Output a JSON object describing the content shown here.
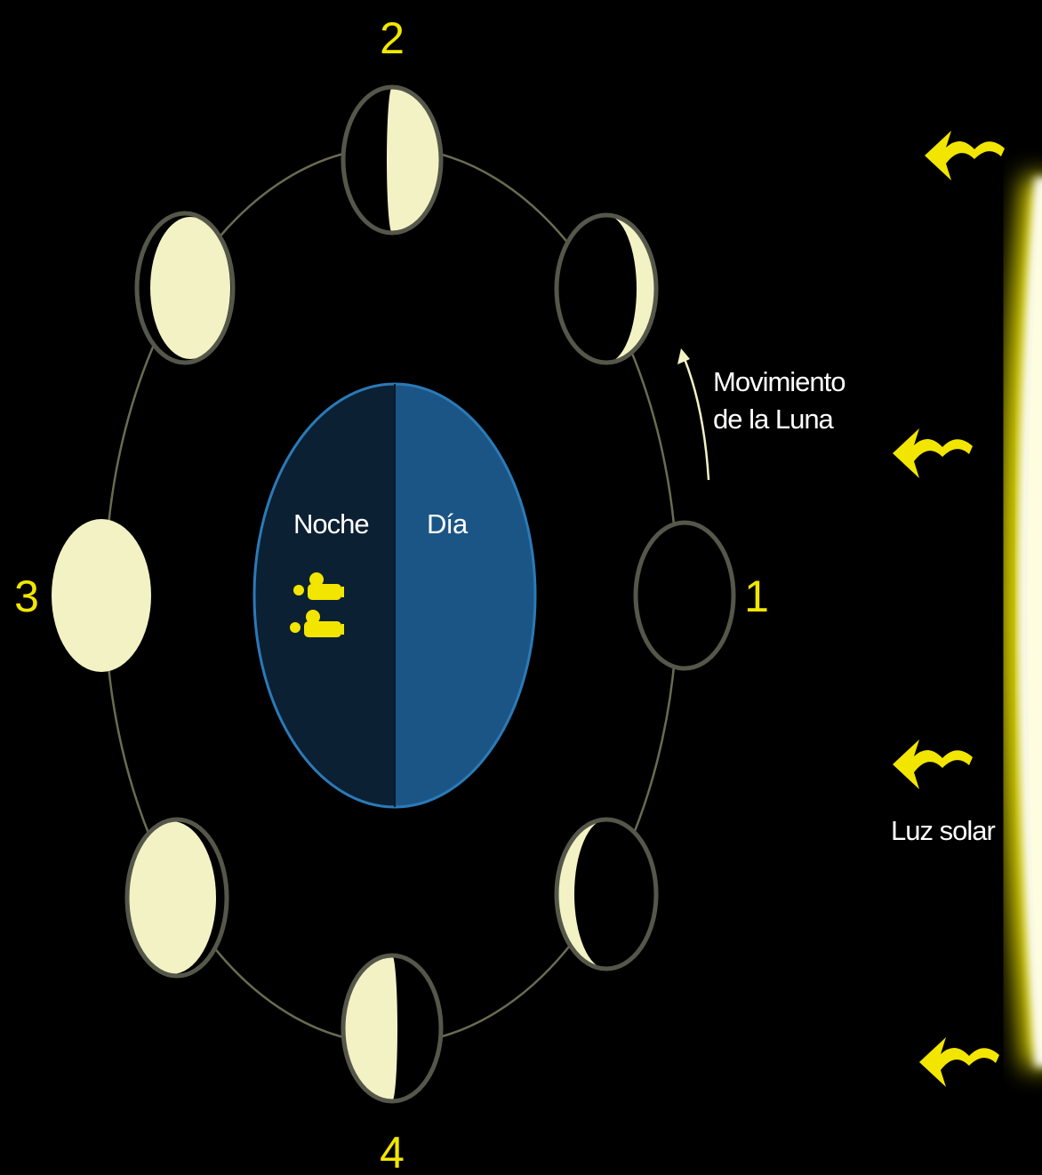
{
  "labels": {
    "night": "Noche",
    "day": "Día",
    "moon_motion_line1": "Movimiento",
    "moon_motion_line2": "de la Luna",
    "sunlight": "Luz solar",
    "position_1": "1",
    "position_2": "2",
    "position_3": "3",
    "position_4": "4"
  },
  "moon_phases": [
    {
      "position": "1",
      "illuminated_fraction": 0.0
    },
    {
      "position": "1-2",
      "illuminated_fraction": 0.25
    },
    {
      "position": "2",
      "illuminated_fraction": 0.5
    },
    {
      "position": "2-3",
      "illuminated_fraction": 0.85
    },
    {
      "position": "3",
      "illuminated_fraction": 1.0
    },
    {
      "position": "3-4",
      "illuminated_fraction": 0.85
    },
    {
      "position": "4",
      "illuminated_fraction": 0.5
    },
    {
      "position": "4-1",
      "illuminated_fraction": 0.25
    }
  ],
  "colors": {
    "background": "#000000",
    "moon_lit": "#f2f2c4",
    "moon_rim": "#55574a",
    "orbit": "#6b6b52",
    "earth_night": "#0c2033",
    "earth_day": "#1b5585",
    "earth_rim": "#2b7ab8",
    "accent_yellow": "#f2e600",
    "sun_core": "#fffde0",
    "sun_glow": "#e8e000"
  },
  "icons": {
    "people": "people-icon",
    "sunlight_arrow": "sunlight-arrow-icon",
    "motion_arrow": "curved-arrow-icon"
  }
}
